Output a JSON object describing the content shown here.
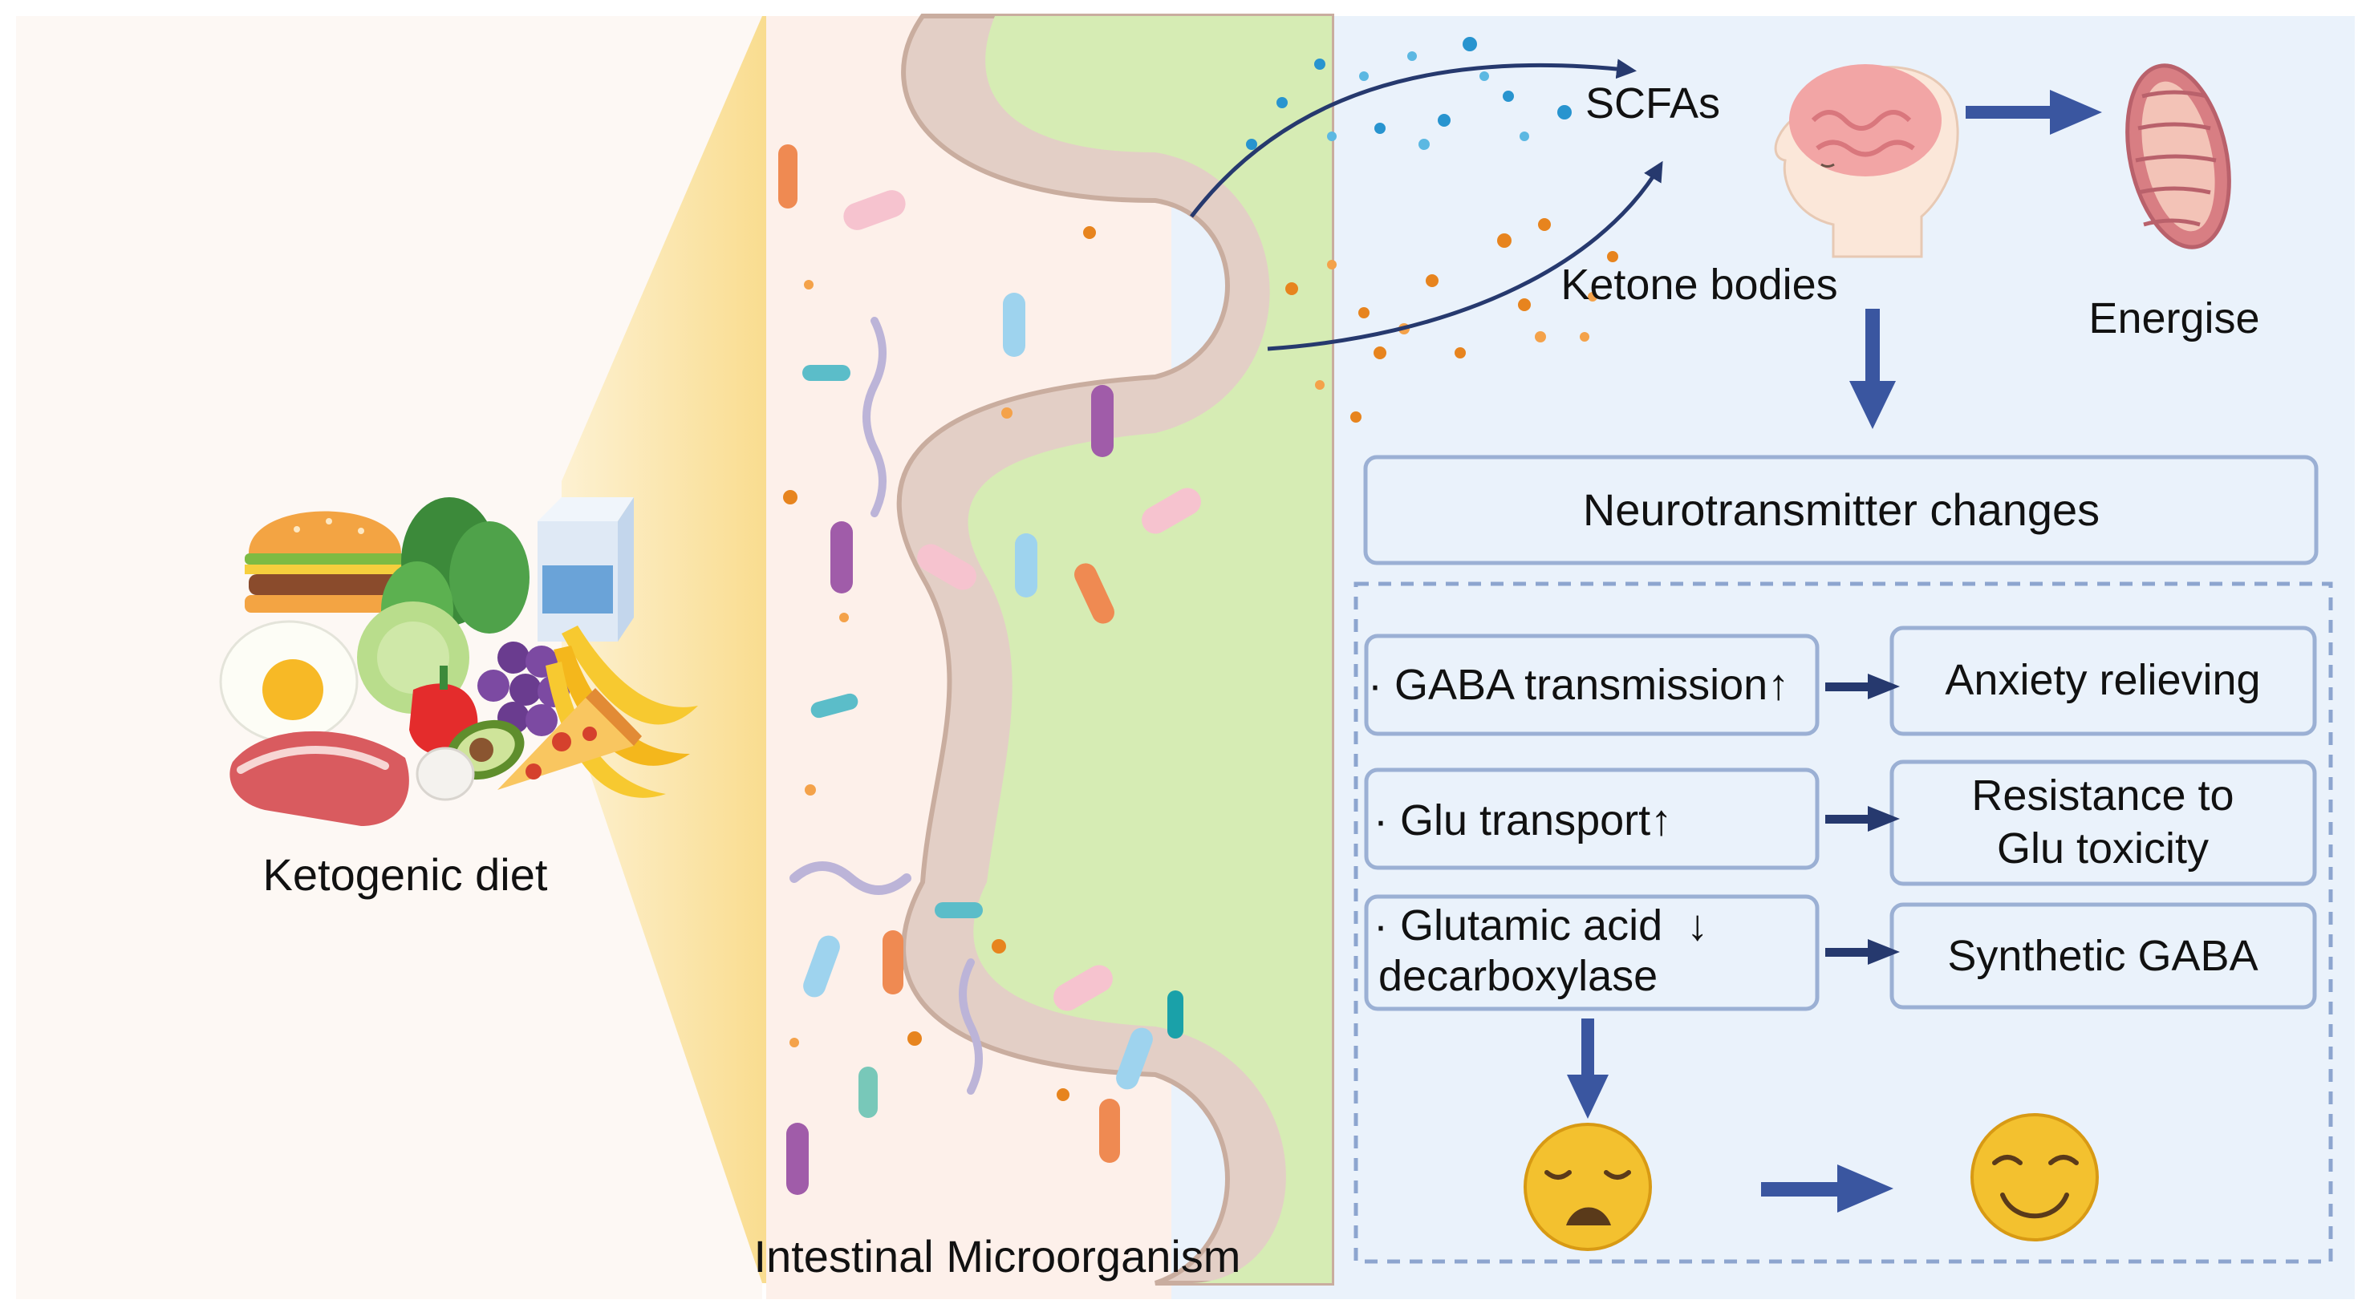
{
  "diet": {
    "label": "Ketogenic diet"
  },
  "gut": {
    "label": "Intestinal Microorganism"
  },
  "metabolites": {
    "scfas": "SCFAs",
    "ketones": "Ketone bodies"
  },
  "energy": {
    "label": "Energise"
  },
  "neuro": {
    "title": "Neurotransmitter changes"
  },
  "changes": [
    {
      "cause_lines": [
        "· GABA transmission↑"
      ],
      "effect_lines": [
        "Anxiety relieving"
      ]
    },
    {
      "cause_lines": [
        "· Glu transport↑"
      ],
      "effect_lines": [
        "Resistance to",
        "Glu toxicity"
      ]
    },
    {
      "cause_lines": [
        "· Glutamic acid  ↓",
        "decarboxylase"
      ],
      "effect_lines": [
        "Synthetic GABA"
      ]
    }
  ],
  "colors": {
    "arrow": "#3a56a0",
    "dark_arrow": "#26396e",
    "box_border": "#9bb0d4",
    "panel_bg": "#eaf2fb",
    "villus_wall": "#e3cfc6",
    "lumen": "#d6ecb4",
    "face": "#f3c12f"
  }
}
